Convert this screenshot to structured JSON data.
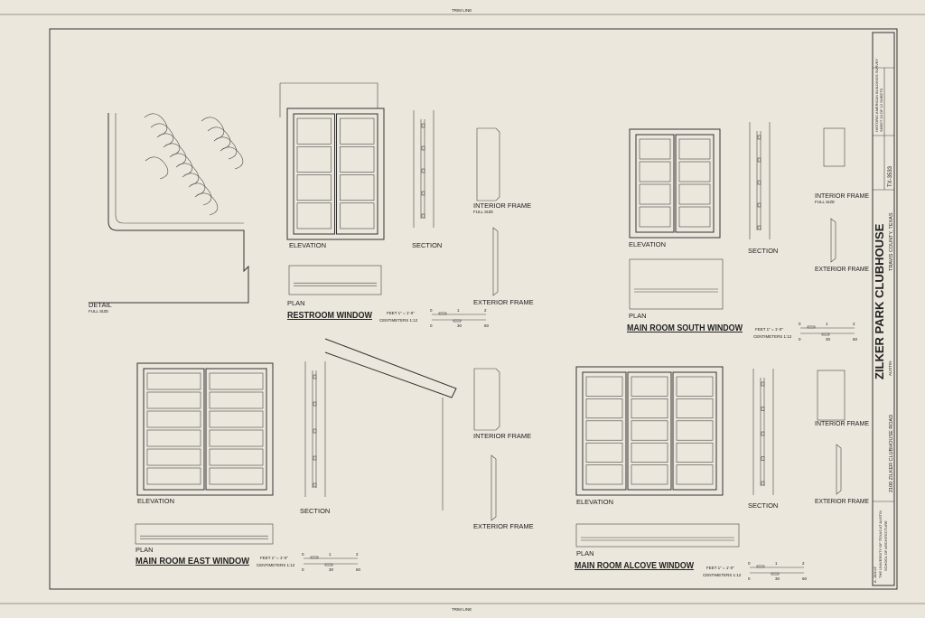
{
  "trim_line": "TRIM LINE",
  "detail": {
    "label": "DETAIL",
    "sub": "FULL SIZE"
  },
  "restroom": {
    "title": "RESTROOM WINDOW",
    "elevation": "ELEVATION",
    "section": "SECTION",
    "plan": "PLAN",
    "interior_frame": "INTERIOR FRAME",
    "interior_sub": "FULL SIZE",
    "exterior_frame": "EXTERIOR FRAME"
  },
  "south": {
    "title": "MAIN ROOM SOUTH WINDOW",
    "elevation": "ELEVATION",
    "section": "SECTION",
    "plan": "PLAN",
    "interior_frame": "INTERIOR FRAME",
    "interior_sub": "FULL SIZE",
    "exterior_frame": "EXTERIOR FRAME"
  },
  "east": {
    "title": "MAIN ROOM EAST WINDOW",
    "elevation": "ELEVATION",
    "section": "SECTION",
    "plan": "PLAN",
    "interior_frame": "INTERIOR FRAME",
    "exterior_frame": "EXTERIOR FRAME"
  },
  "alcove": {
    "title": "MAIN ROOM ALCOVE WINDOW",
    "elevation": "ELEVATION",
    "section": "SECTION",
    "plan": "PLAN",
    "interior_frame": "INTERIOR FRAME",
    "exterior_frame": "EXTERIOR FRAME"
  },
  "scale": {
    "feet": "FEET 1\" = 1'-0\"",
    "cm": "CENTIMETERS 1:12",
    "ft_ticks": [
      "0",
      "1",
      "2"
    ],
    "cm_ticks": [
      "0",
      "30",
      "60"
    ]
  },
  "title_block": {
    "building": "ZILKER PARK CLUBHOUSE",
    "city": "AUSTIN",
    "address": "2100 ZILKER CLUBHOUSE ROAD",
    "county": "TRAVIS COUNTY, TEXAS",
    "survey": "HISTORIC AMERICAN BUILDINGS SURVEY",
    "sheet": "SHEET 10 OF 12 SHEETS",
    "survey_number": "TX-3533",
    "school": "THE UNIVERSITY OF TEXAS AT AUSTIN",
    "school_sub": "SCHOOL OF ARCHITECTURE",
    "delineator": "A. JANUZ"
  }
}
